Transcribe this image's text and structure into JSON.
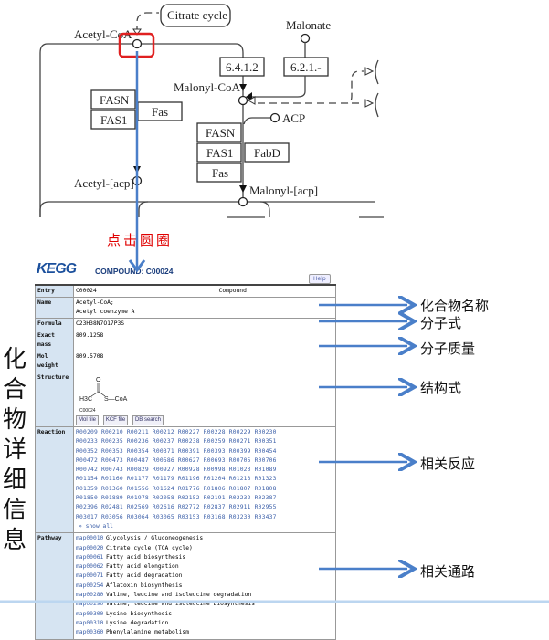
{
  "pathway_map": {
    "nodes": {
      "citrate_cycle": "Citrate cycle",
      "acetyl_coa": "Acetyl-CoA",
      "malonate": "Malonate",
      "malonyl_coa": "Malonyl-CoA",
      "acp": "ACP",
      "acetyl_acp": "Acetyl-[acp]",
      "malonyl_acp": "Malonyl-[acp]"
    },
    "enzymes": {
      "ec_6412": "6.4.1.2",
      "ec_621": "6.2.1.-",
      "left_fasn": "FASN",
      "left_fas1": "FAS1",
      "left_fas": "Fas",
      "right_fasn": "FASN",
      "right_fas1": "FAS1",
      "right_fabd": "FabD",
      "right_fas": "Fas"
    },
    "highlight_color": "#e02020"
  },
  "annotation": {
    "click_note": "点击圆圈",
    "side_title": "化合物详细信息",
    "labels": {
      "name": "化合物名称",
      "formula": "分子式",
      "mass": "分子质量",
      "structure": "结构式",
      "reaction": "相关反应",
      "pathway": "相关通路"
    },
    "arrow_color": "#4a7fc9"
  },
  "kegg": {
    "logo": "KEGG",
    "title": "COMPOUND: C00024",
    "help_label": "Help",
    "entry": {
      "label": "Entry",
      "id": "C00024",
      "type": "Compound"
    },
    "name": {
      "label": "Name",
      "values": [
        "Acetyl-CoA;",
        "Acetyl coenzyme A"
      ]
    },
    "formula": {
      "label": "Formula",
      "value": "C23H38N7O17P3S"
    },
    "exact_mass": {
      "label": "Exact mass",
      "value": "809.1258"
    },
    "mol_weight": {
      "label": "Mol weight",
      "value": "809.5708"
    },
    "structure": {
      "label": "Structure",
      "caption": "C00024",
      "formula_left": "H3C",
      "formula_right": "S—CoA",
      "oxygen": "O",
      "buttons": [
        "Mol file",
        "KCF file",
        "DB search"
      ]
    },
    "reaction": {
      "label": "Reaction",
      "rows": [
        "R00209 R00210 R00211 R00212 R00227 R00228 R00229 R00230",
        "R00233 R00235 R00236 R00237 R00238 R00259 R00271 R00351",
        "R00352 R00353 R00354 R00371 R00391 R00393 R00399 R00454",
        "R00472 R00473 R00487 R00586 R00627 R00693 R00705 R00706",
        "R00742 R00743 R00829 R00927 R00928 R00998 R01023 R01089",
        "R01154 R01160 R01177 R01179 R01196 R01204 R01213 R01323",
        "R01359 R01360 R01556 R01624 R01776 R01806 R01807 R01808",
        "R01850 R01889 R01978 R02058 R02152 R02191 R02232 R02387",
        "R02396 R02481 R02569 R02616 R02772 R02837 R02911 R02955",
        "R03017 R03056 R03064 R03065 R03153 R03168 R03230 R03437"
      ],
      "show_all": "» show all"
    },
    "pathway": {
      "label": "Pathway",
      "items": [
        {
          "id": "map00010",
          "name": "Glycolysis / Gluconeogenesis"
        },
        {
          "id": "map00020",
          "name": "Citrate cycle (TCA cycle)"
        },
        {
          "id": "map00061",
          "name": "Fatty acid biosynthesis"
        },
        {
          "id": "map00062",
          "name": "Fatty acid elongation"
        },
        {
          "id": "map00071",
          "name": "Fatty acid degradation"
        },
        {
          "id": "map00254",
          "name": "Aflatoxin biosynthesis"
        },
        {
          "id": "map00280",
          "name": "Valine, leucine and isoleucine degradation"
        },
        {
          "id": "map00290",
          "name": "Valine, leucine and isoleucine biosynthesis"
        },
        {
          "id": "map00300",
          "name": "Lysine biosynthesis"
        },
        {
          "id": "map00310",
          "name": "Lysine degradation"
        },
        {
          "id": "map00360",
          "name": "Phenylalanine metabolism"
        }
      ]
    }
  }
}
